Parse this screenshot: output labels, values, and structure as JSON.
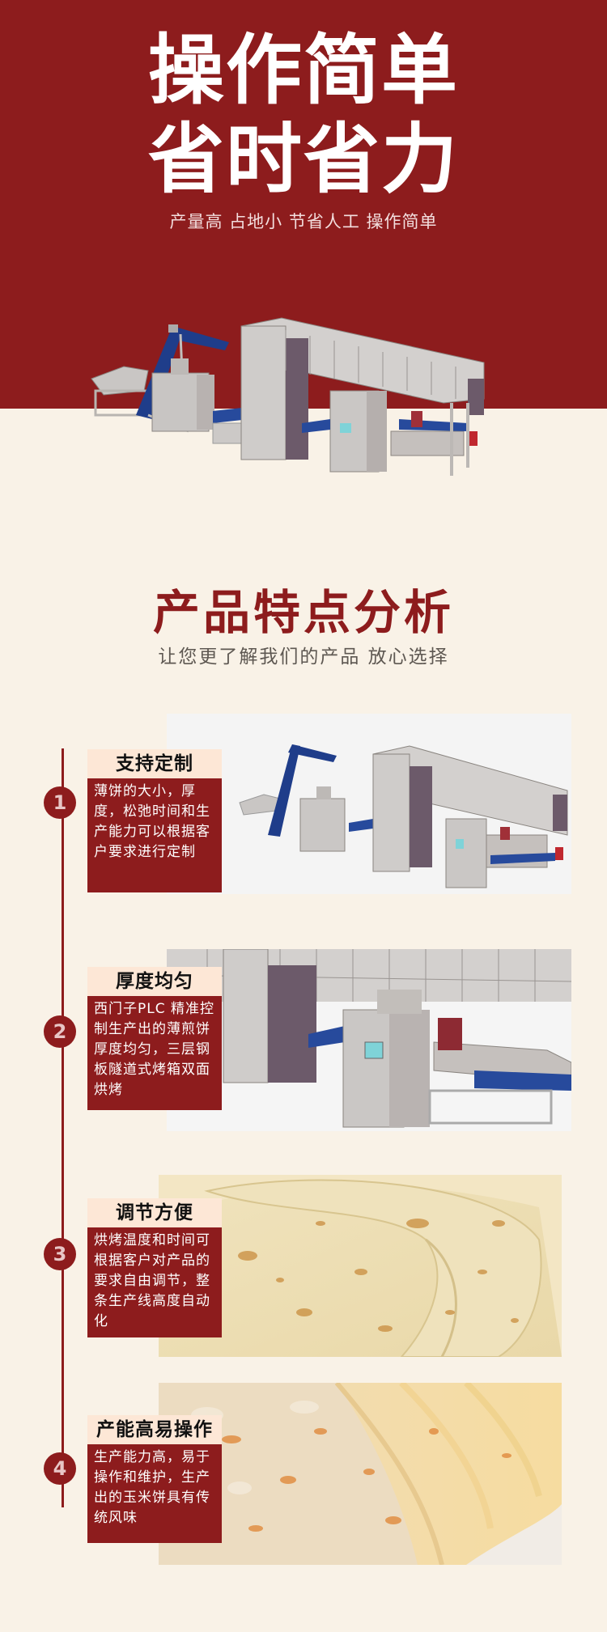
{
  "hero": {
    "title_line1": "操作简单",
    "title_line2": "省时省力",
    "subtitle": "产量高 占地小 节省人工 操作简单",
    "image": "tortilla-production-line-illustration"
  },
  "section": {
    "title": "产品特点分析",
    "subtitle": "让您更了解我们的产品 放心选择"
  },
  "features": [
    {
      "number": "1",
      "title": "支持定制",
      "description": "薄饼的大小，厚度，松弛时间和生产能力可以根据客户要求进行定制",
      "image": "production-line-overview"
    },
    {
      "number": "2",
      "title": "厚度均匀",
      "description": "西门子PLC 精准控制生产出的薄煎饼厚度均匀，三层钢板隧道式烤箱双面烘烤",
      "image": "production-line-closeup"
    },
    {
      "number": "3",
      "title": "调节方便",
      "description": "烘烤温度和时间可根据客户对产品的要求自由调节，整条生产线高度自动化",
      "image": "folded-tortillas-photo"
    },
    {
      "number": "4",
      "title": "产能高易操作",
      "description": "生产能力高，易于操作和维护，生产出的玉米饼具有传统风味",
      "image": "layered-flatbread-photo"
    }
  ],
  "colors": {
    "brand_red": "#8d1c1d",
    "cream": "#f9f2e7",
    "card_header": "#fde7d6"
  }
}
